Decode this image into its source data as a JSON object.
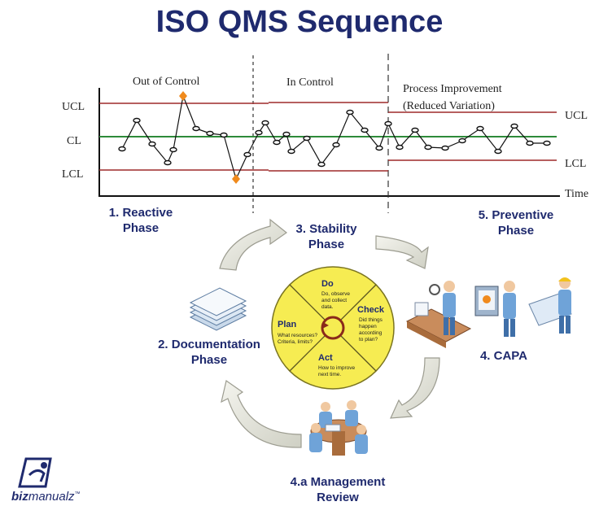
{
  "title": "ISO QMS Sequence",
  "chart": {
    "region_labels": [
      "Out of Control",
      "In Control",
      "Process Improvement",
      "(Reduced Variation)"
    ],
    "left_axis_labels": {
      "ucl": "UCL",
      "cl": "CL",
      "lcl": "LCL"
    },
    "right_axis_labels": {
      "ucl": "UCL",
      "lcl": "LCL"
    },
    "time_label": "Time",
    "colors": {
      "ucl": "#9e2a2a",
      "cl": "#2e8b3a",
      "outlier": "#f08a1c"
    }
  },
  "phases": {
    "reactive": {
      "line1": "1. Reactive",
      "line2": "Phase"
    },
    "documentation": {
      "line1": "2. Documentation",
      "line2": "Phase"
    },
    "stability": {
      "line1": "3. Stability",
      "line2": "Phase"
    },
    "preventive": {
      "line1": "5. Preventive",
      "line2": "Phase"
    },
    "capa": {
      "line1": "4. CAPA"
    },
    "management": {
      "line1": "4.a Management",
      "line2": "Review"
    }
  },
  "pdca": {
    "do": {
      "head": "Do",
      "sub1": "Do, observe",
      "sub2": "and collect",
      "sub3": "data."
    },
    "check": {
      "head": "Check",
      "sub1": "Did things",
      "sub2": "happen",
      "sub3": "according",
      "sub4": "to plan?"
    },
    "plan": {
      "head": "Plan",
      "sub1": "What resources?",
      "sub2": "Criteria, limits?"
    },
    "act": {
      "head": "Act",
      "sub1": "How to improve",
      "sub2": "next time."
    },
    "fill_color": "#f6ec52"
  },
  "logo": {
    "bold": "biz",
    "light": "manualz",
    "mark": "™"
  }
}
